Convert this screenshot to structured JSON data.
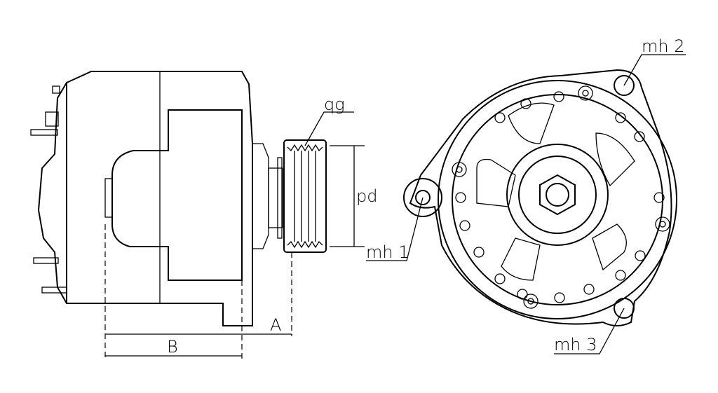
{
  "labels": {
    "groove": "qg",
    "pulley_diameter": "pd",
    "mounting_hole_1": "mh 1",
    "mounting_hole_2": "mh 2",
    "mounting_hole_3": "mh 3",
    "dimension_a": "A",
    "dimension_b": "B"
  }
}
